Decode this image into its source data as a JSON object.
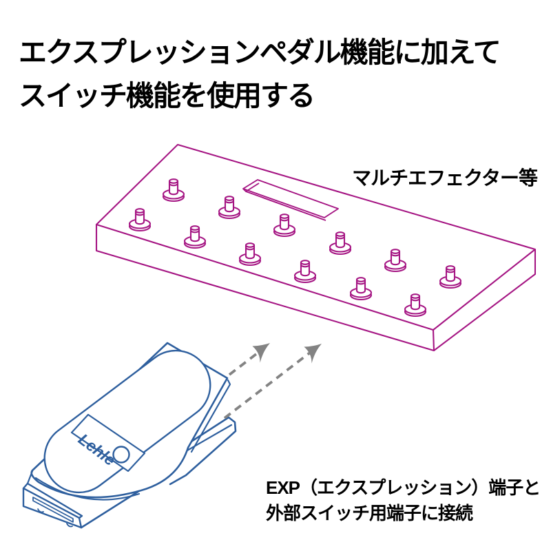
{
  "page": {
    "background_color": "#ffffff",
    "text_color": "#000000"
  },
  "title": {
    "line1": "エクスプレッションペダル機能に加えて",
    "line2": "スイッチ機能を使用する"
  },
  "diagram": {
    "effector": {
      "label": "マルチエフェクター等",
      "outline_color": "#a51583",
      "footswitch_count": 12,
      "has_display_window": true
    },
    "pedal": {
      "logo_text": "Lehle",
      "outline_color": "#2e5f9e"
    },
    "arrows": {
      "count": 2,
      "style": "dashed",
      "color": "#838383"
    },
    "caption": {
      "line1": "EXP（エクスプレッション）端子と",
      "line2": "外部スイッチ用端子に接続"
    }
  }
}
